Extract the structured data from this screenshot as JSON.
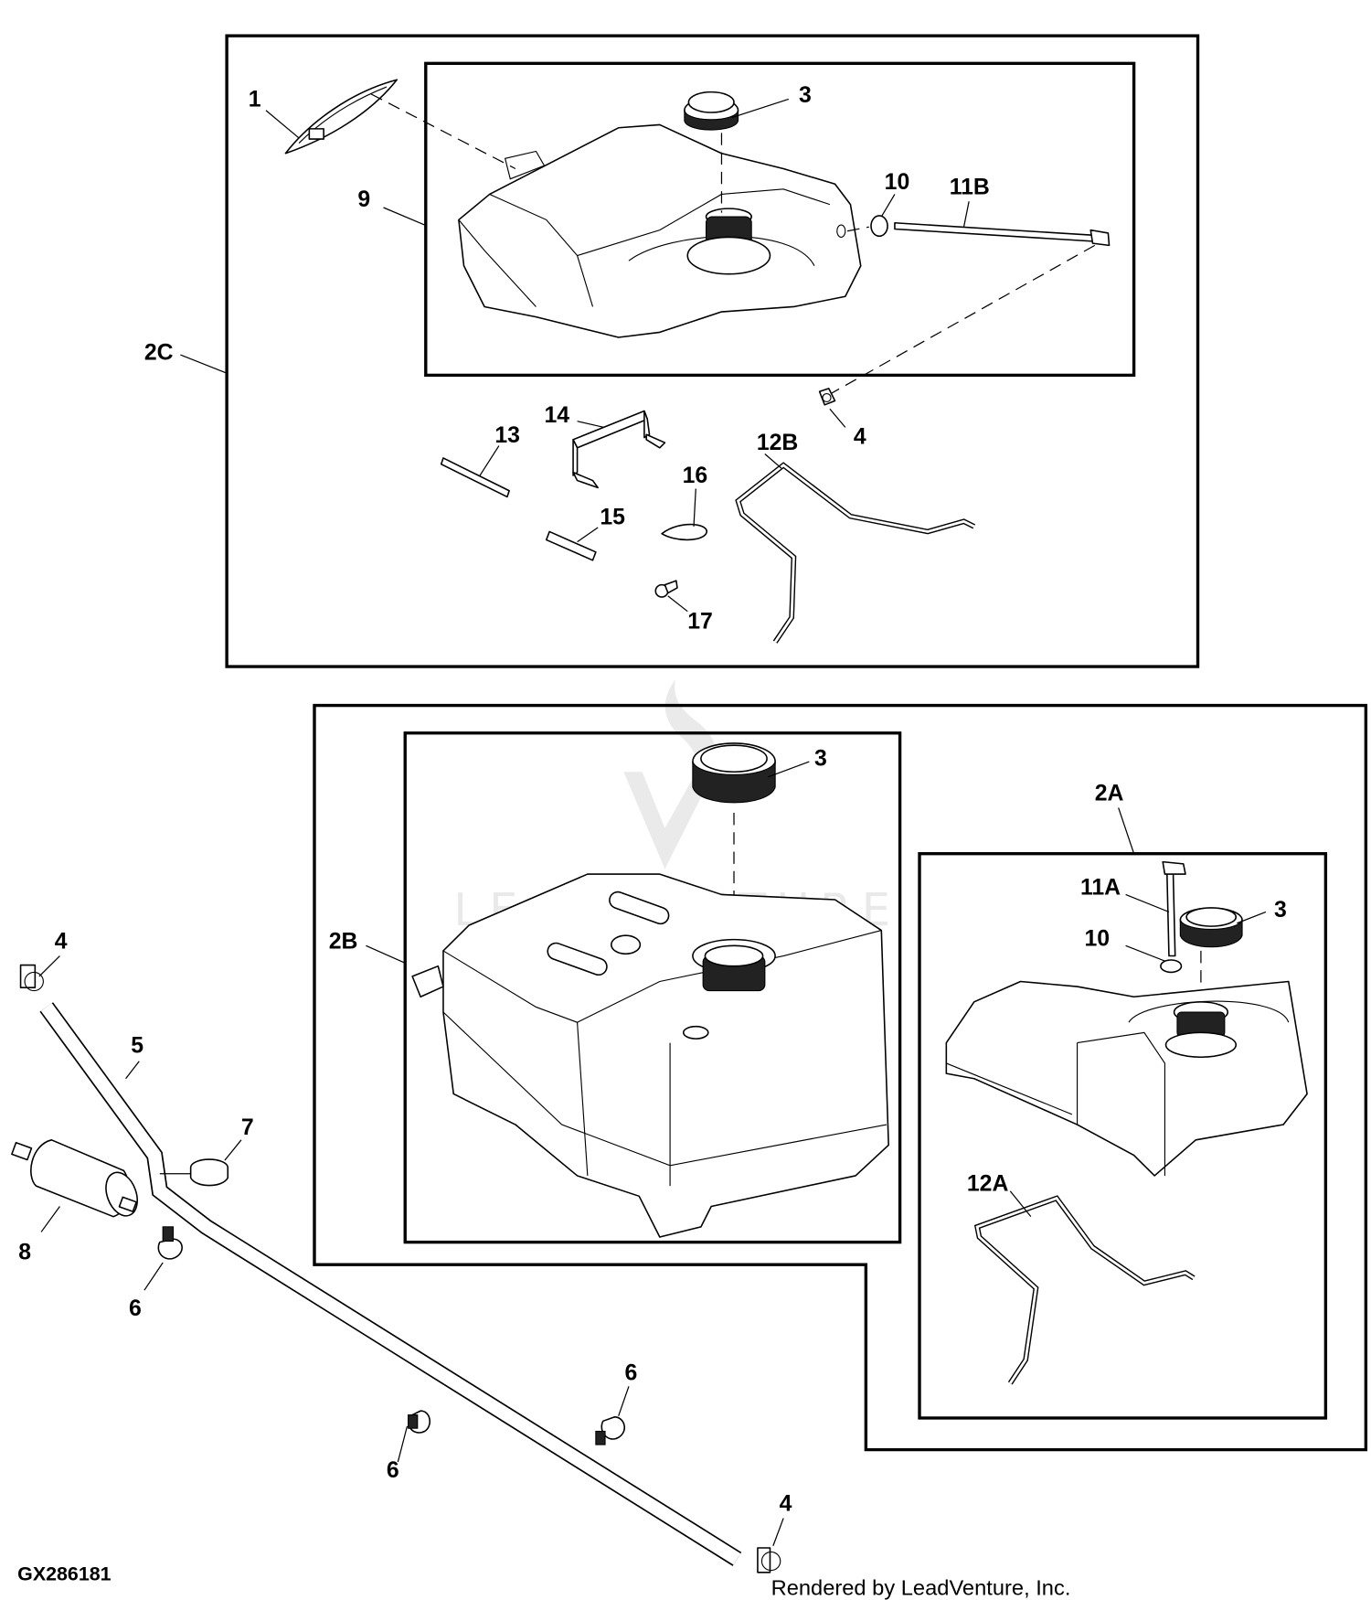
{
  "figure": {
    "id_label": "GX286181",
    "credit": "Rendered by LeadVenture, Inc.",
    "watermark": "LEADVENTURE",
    "colors": {
      "line": "#000000",
      "background": "#ffffff",
      "watermark": "#d8d8d8"
    }
  },
  "assemblies": {
    "2C": {
      "label": "2C",
      "description": "fuel tank assembly (upper group)"
    },
    "2B": {
      "label": "2B",
      "description": "fuel tank (large)"
    },
    "2A": {
      "label": "2A",
      "description": "fuel tank (small)"
    }
  },
  "callouts": {
    "c1": "1",
    "c9": "9",
    "c3_top": "3",
    "c10_top": "10",
    "c11B": "11B",
    "c2C": "2C",
    "c14": "14",
    "c13": "13",
    "c4_top": "4",
    "c12B": "12B",
    "c16": "16",
    "c15": "15",
    "c17": "17",
    "c3_2B": "3",
    "c2B": "2B",
    "c2A": "2A",
    "c11A": "11A",
    "c10_2A": "10",
    "c3_2A": "3",
    "c12A": "12A",
    "c4_left": "4",
    "c5": "5",
    "c7": "7",
    "c8": "8",
    "c6_left": "6",
    "c6_mid": "6",
    "c6_right": "6",
    "c4_bottom": "4"
  }
}
